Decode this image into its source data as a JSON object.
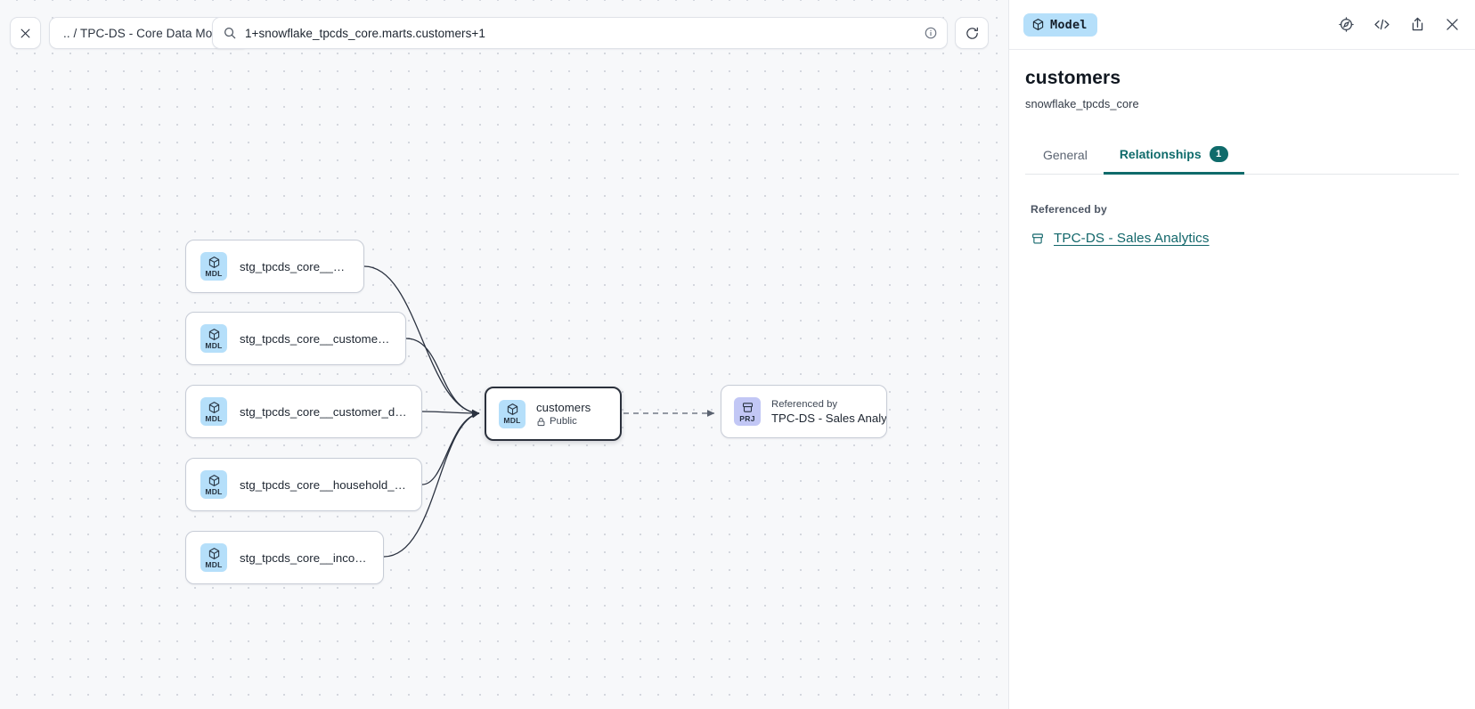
{
  "toolbar": {
    "close_label": "",
    "close_icon": "close-icon",
    "breadcrumb": ".. / TPC-DS - Core Data Models",
    "search_value": "1+snowflake_tpcds_core.marts.customers+1",
    "search_icon": "search-icon",
    "info_icon": "info-circle-icon",
    "refresh_icon": "refresh-icon"
  },
  "graph": {
    "upstream_nodes": [
      {
        "badge": "MDL",
        "label": "stg_tpcds_core__customer"
      },
      {
        "badge": "MDL",
        "label": "stg_tpcds_core__customer_address"
      },
      {
        "badge": "MDL",
        "label": "stg_tpcds_core__customer_demogra…"
      },
      {
        "badge": "MDL",
        "label": "stg_tpcds_core__household_demogr…"
      },
      {
        "badge": "MDL",
        "label": "stg_tpcds_core__income_band"
      }
    ],
    "center_node": {
      "badge": "MDL",
      "label": "customers",
      "access": "Public",
      "access_icon": "lock-icon"
    },
    "downstream_node": {
      "badge": "PRJ",
      "eyebrow": "Referenced by",
      "label": "TPC-DS - Sales Analytics"
    }
  },
  "panel": {
    "type_chip": "Model",
    "type_chip_icon": "cube-icon",
    "actions": [
      {
        "name": "explore-icon"
      },
      {
        "name": "code-icon"
      },
      {
        "name": "share-icon"
      },
      {
        "name": "close-icon"
      }
    ],
    "title": "customers",
    "subtitle": "snowflake_tpcds_core",
    "tabs": [
      {
        "label": "General",
        "active": false,
        "badge": ""
      },
      {
        "label": "Relationships",
        "active": true,
        "badge": "1"
      }
    ],
    "referenced_by_label": "Referenced by",
    "referenced_by": [
      {
        "name": "TPC-DS - Sales Analytics",
        "icon": "project-icon"
      }
    ]
  },
  "colors": {
    "accent_teal": "#0f6b6b",
    "model_badge": "#b5dffa",
    "project_badge": "#c2c7f5",
    "canvas_bg": "#f7f8fa"
  }
}
